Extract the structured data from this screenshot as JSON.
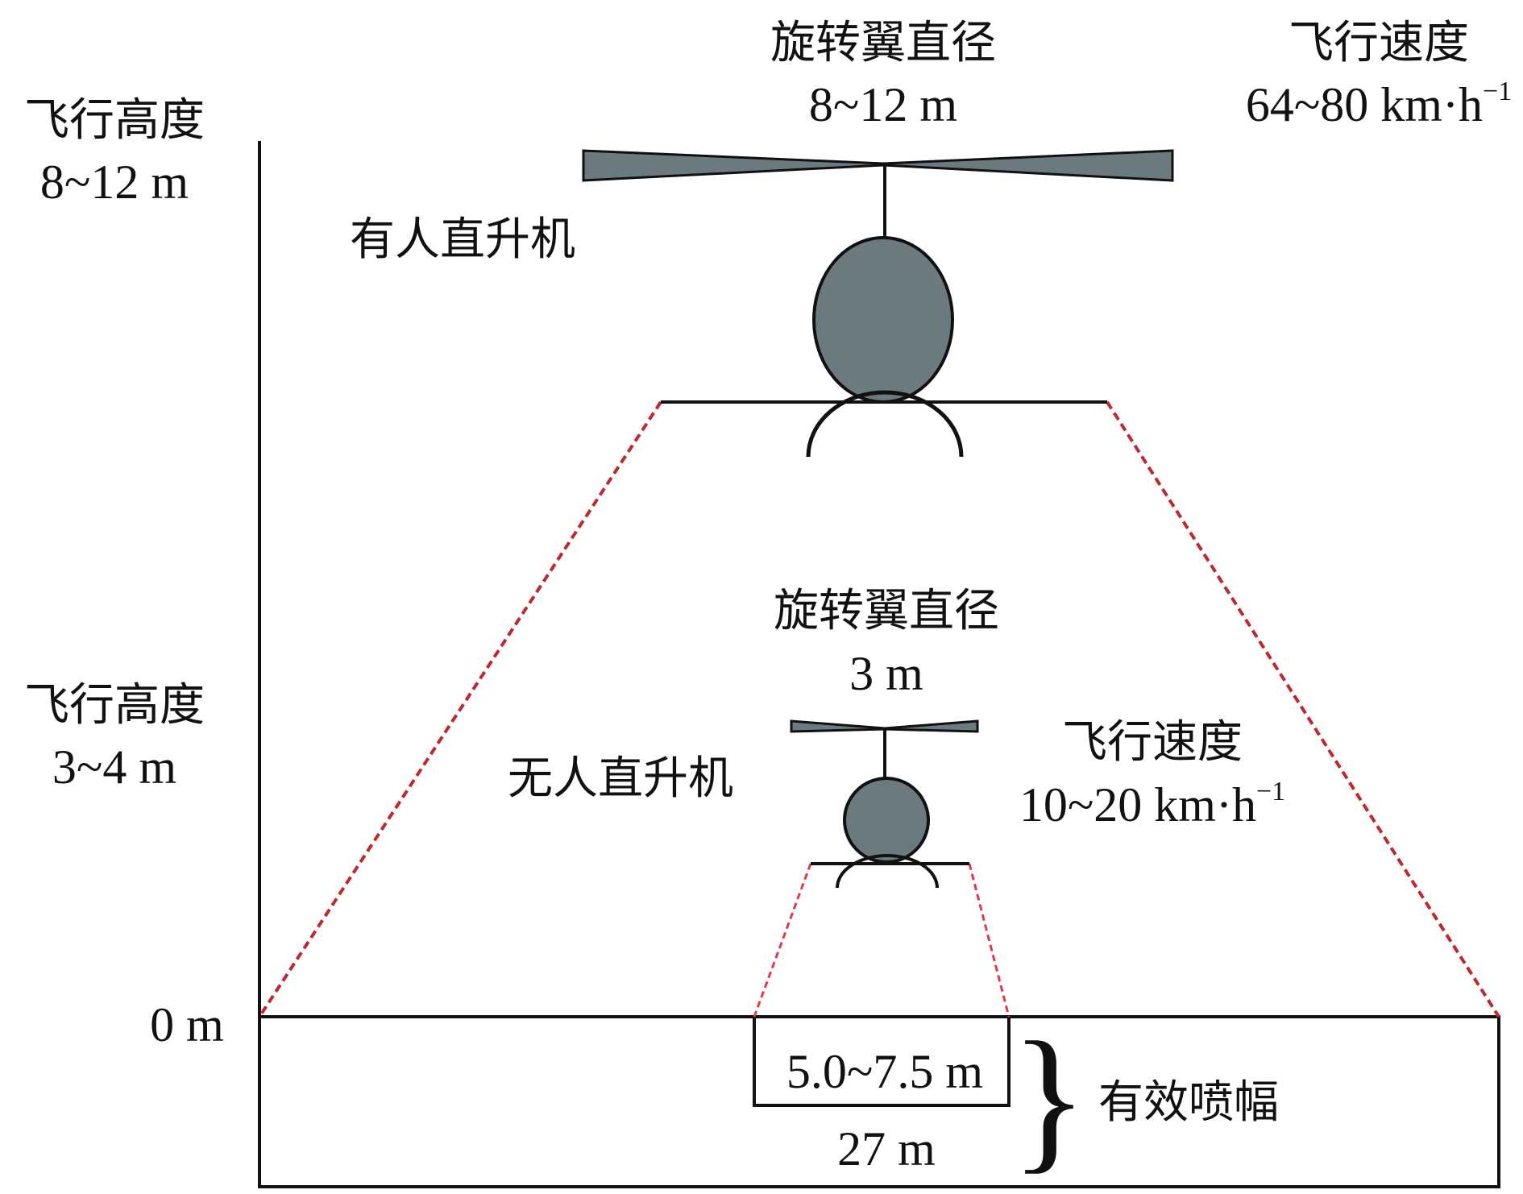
{
  "manned": {
    "name": "有人直升机",
    "altitude_label": "飞行高度",
    "altitude_value": "8~12 m",
    "rotor_label": "旋转翼直径",
    "rotor_value": "8~12 m",
    "speed_label": "飞行速度",
    "speed_value": "64~80 km·h",
    "speed_exp": "−1"
  },
  "unmanned": {
    "name": "无人直升机",
    "altitude_label": "飞行高度",
    "altitude_value": "3~4 m",
    "rotor_label": "旋转翼直径",
    "rotor_value": "3 m",
    "speed_label": "飞行速度",
    "speed_value": "10~20 km·h",
    "speed_exp": "−1"
  },
  "ground": {
    "zero_label": "0 m",
    "swath_small": "5.0~7.5 m",
    "swath_large": "27 m",
    "swath_label": "有效喷幅",
    "brace": "}"
  },
  "colors": {
    "body_fill": "#6b7a7f",
    "line": "#111111",
    "spray_edge": "#c0272d"
  }
}
